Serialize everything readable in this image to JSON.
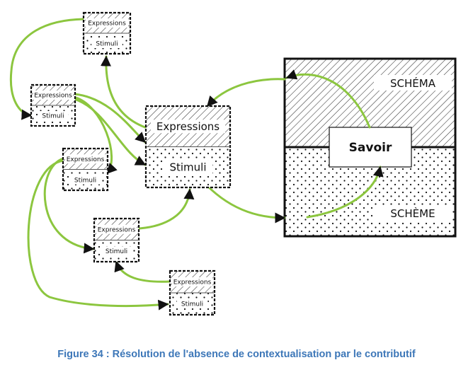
{
  "diagram": {
    "unit": {
      "top_label": "Expressions",
      "bottom_label": "Stimuli"
    },
    "main_box": {
      "top_label": "SCHÉMA",
      "bottom_label": "SCHÈME",
      "center_label": "Savoir"
    },
    "caption": "Figure 34 : Résolution de l'absence de contextualisation par le contributif"
  },
  "colors": {
    "arrow": "#8cc63f",
    "line": "#111111",
    "caption": "#3d77b8"
  }
}
